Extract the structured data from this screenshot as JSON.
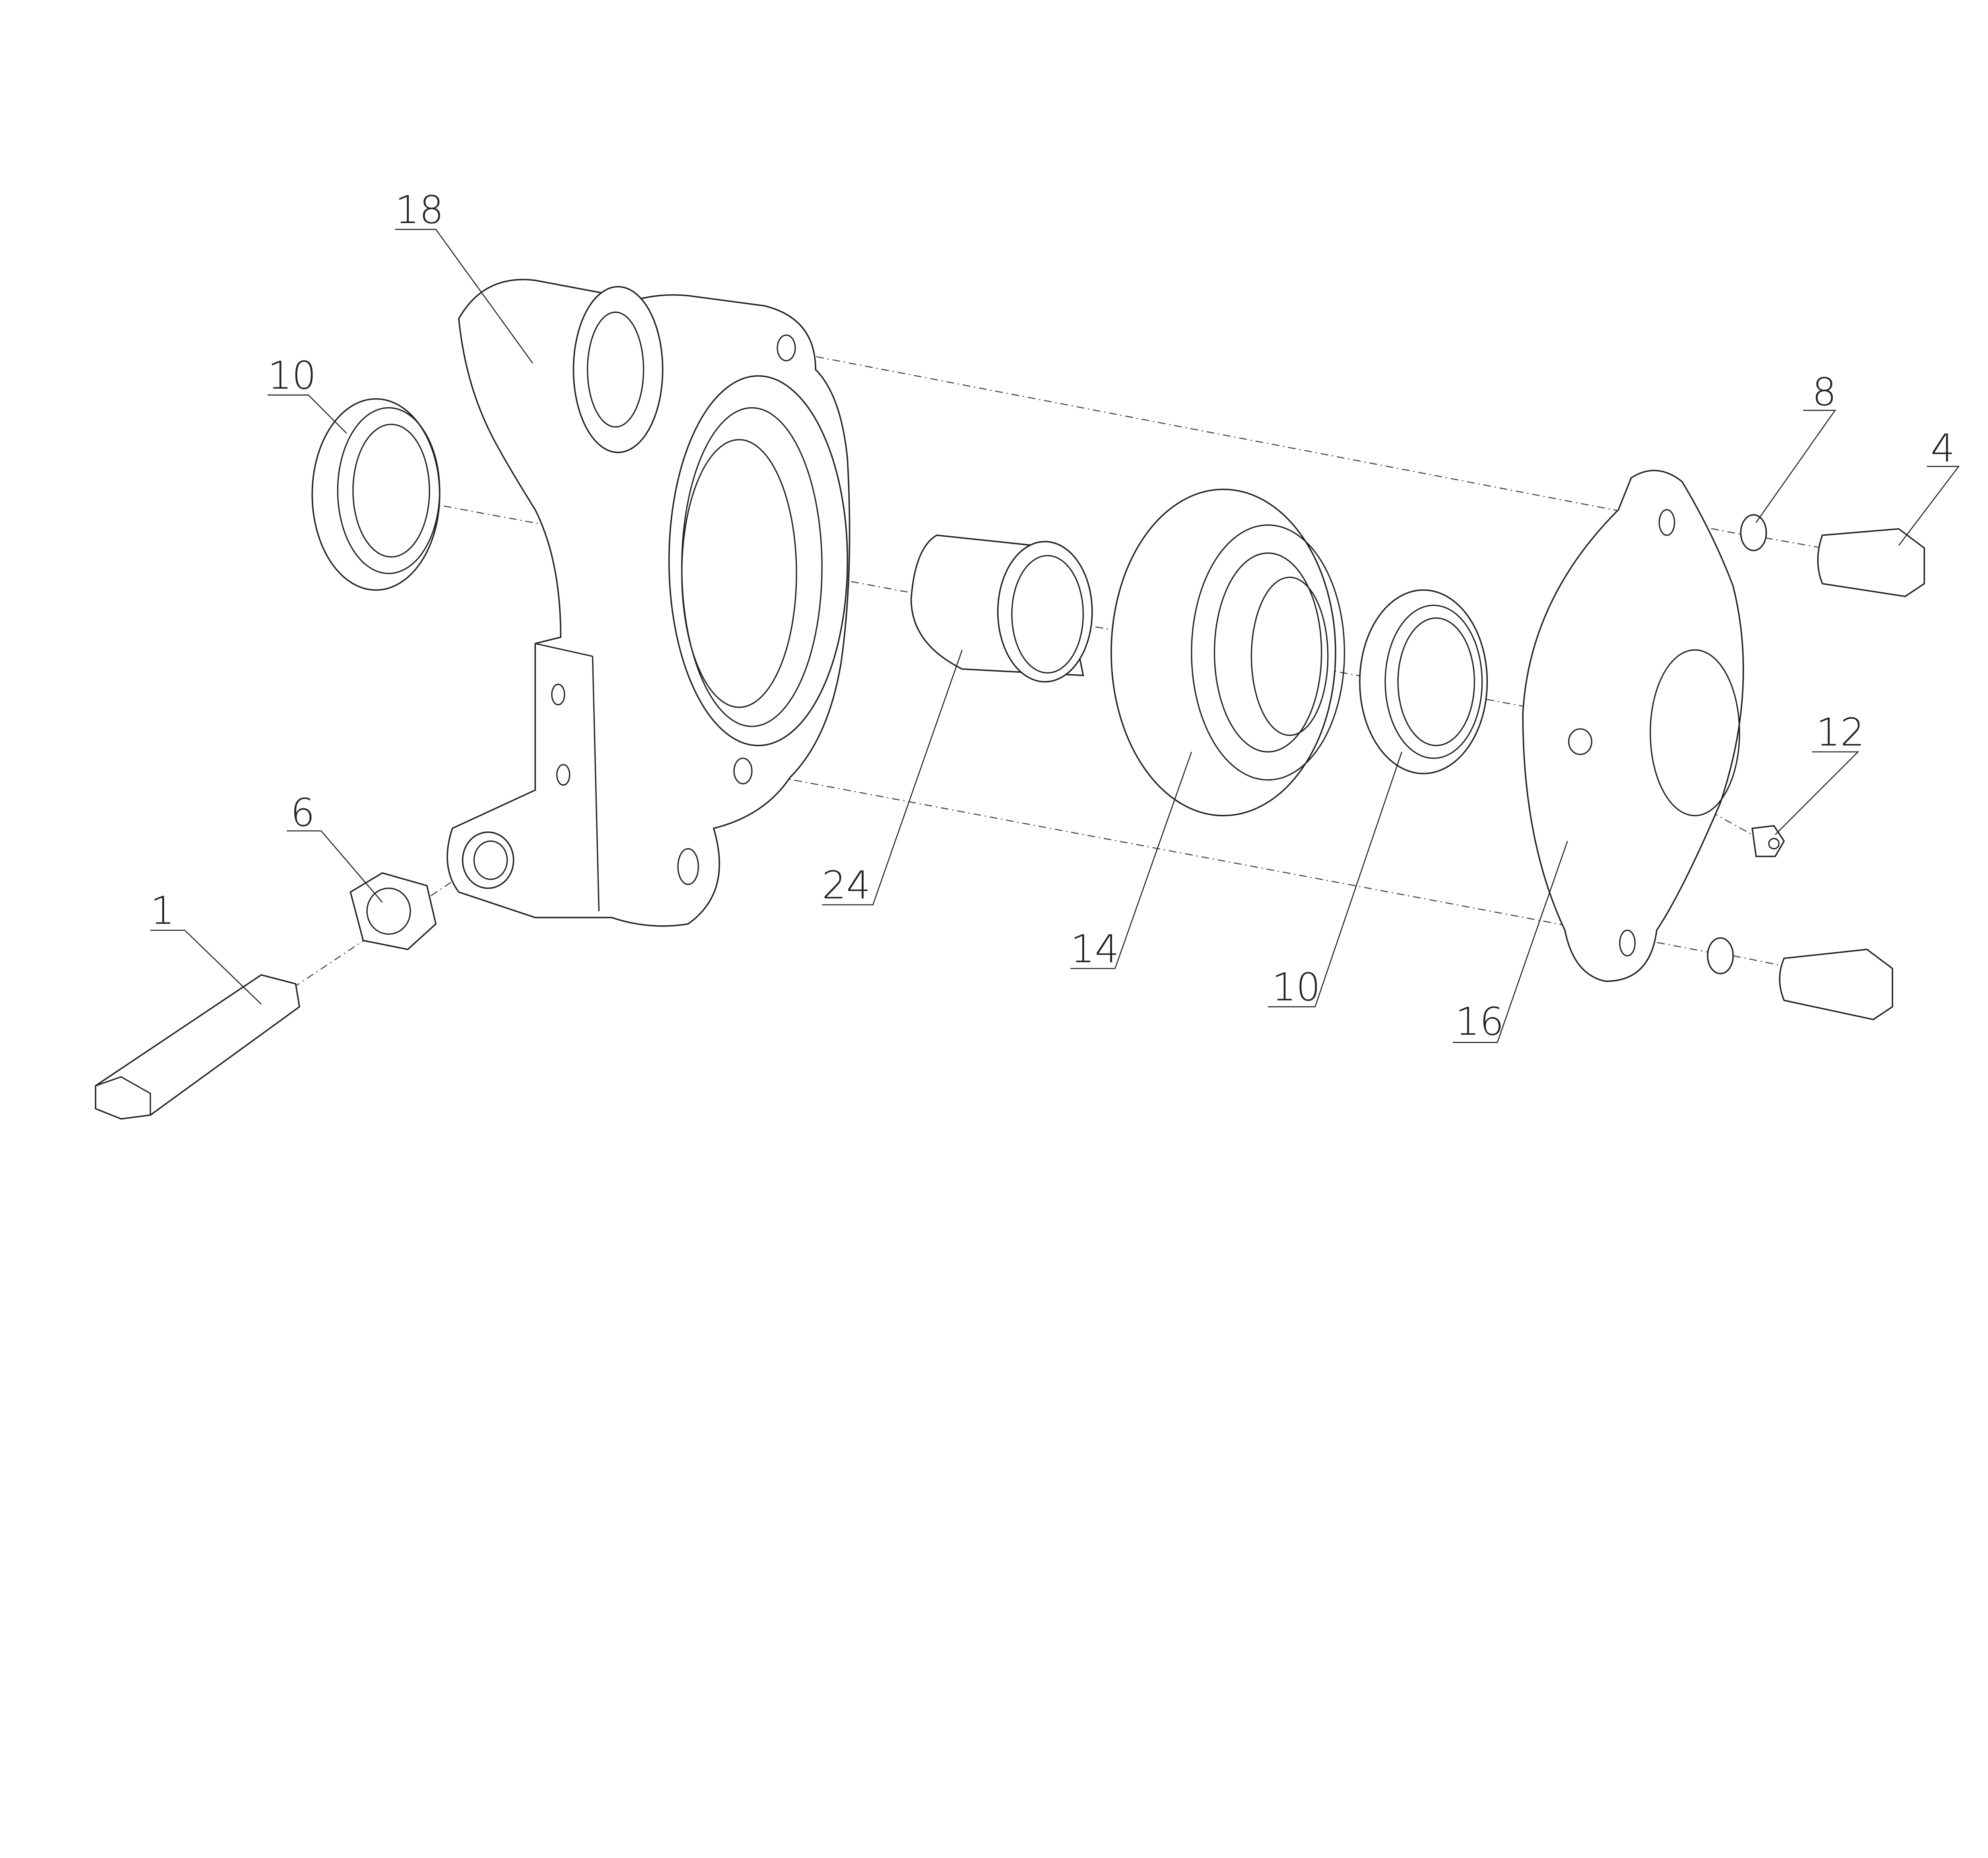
{
  "drawing": {
    "type": "exploded assembly view",
    "callouts": [
      {
        "id": "c18",
        "text": "18"
      },
      {
        "id": "c10a",
        "text": "10"
      },
      {
        "id": "c8",
        "text": "8"
      },
      {
        "id": "c4",
        "text": "4"
      },
      {
        "id": "c12",
        "text": "12"
      },
      {
        "id": "c6",
        "text": "6"
      },
      {
        "id": "c1",
        "text": "1"
      },
      {
        "id": "c24",
        "text": "24"
      },
      {
        "id": "c14",
        "text": "14"
      },
      {
        "id": "c10b",
        "text": "10"
      },
      {
        "id": "c16",
        "text": "16"
      }
    ]
  }
}
